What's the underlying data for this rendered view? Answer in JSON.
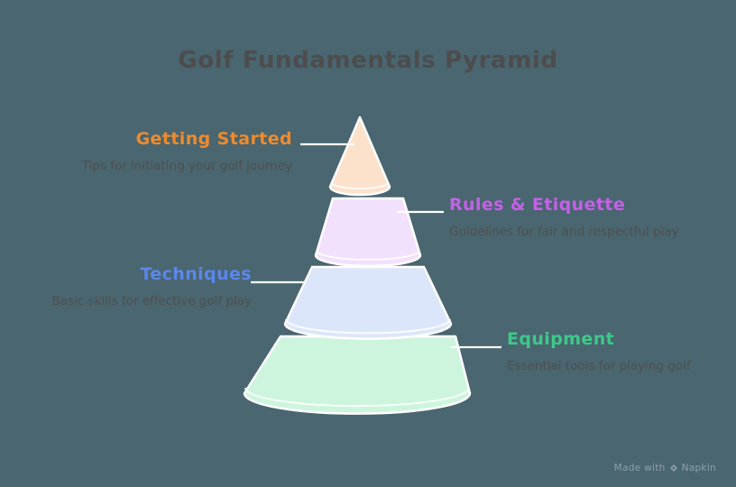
{
  "title": "Golf Fundamentals Pyramid",
  "background_color": "#4a6670",
  "title_color": "#4d4d4d",
  "description_color": "#4f4f4f",
  "connector_color": "#ffffff",
  "tiers": [
    {
      "label": "Getting Started",
      "description": "Tips for initiating your golf journey",
      "label_color": "#ee8b2e",
      "fill_color": "#fce1cb",
      "side": "left",
      "level": 1
    },
    {
      "label": "Rules & Etiquette",
      "description": "Guidelines for fair and respectful play",
      "label_color": "#c560e8",
      "fill_color": "#f2e1fd",
      "side": "right",
      "level": 2
    },
    {
      "label": "Techniques",
      "description": "Basic skills for effective golf play",
      "label_color": "#5b87ec",
      "fill_color": "#dce6fb",
      "side": "left",
      "level": 3
    },
    {
      "label": "Equipment",
      "description": "Essential tools for playing golf",
      "label_color": "#3ec98a",
      "fill_color": "#cdf5dd",
      "side": "right",
      "level": 4
    }
  ],
  "watermark": {
    "prefix": "Made with",
    "brand": "Napkin",
    "icon": "napkin-logo-icon"
  }
}
